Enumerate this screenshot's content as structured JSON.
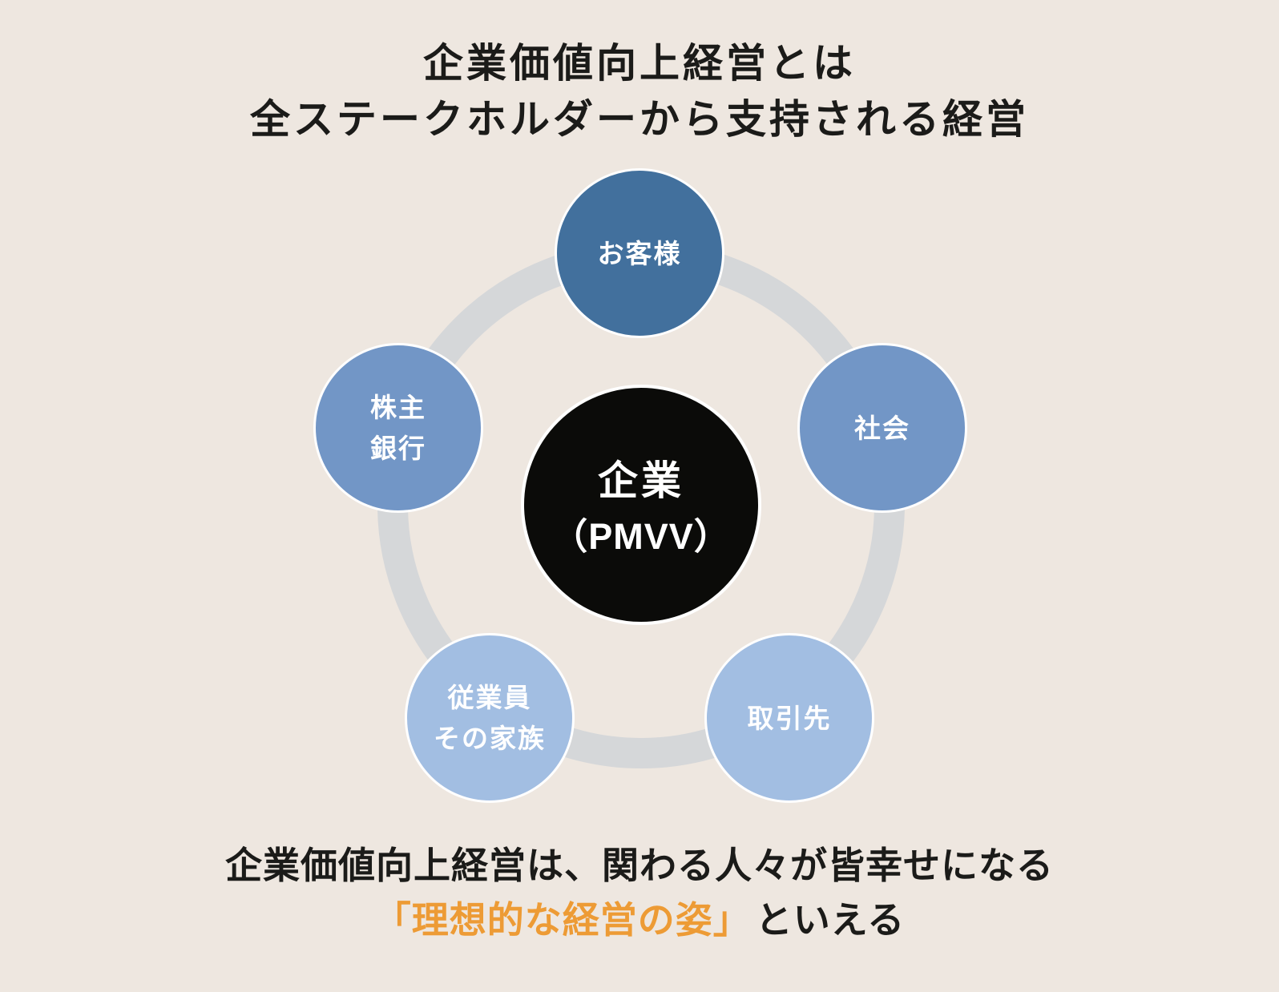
{
  "slide": {
    "title": {
      "line1": "企業価値向上経営とは",
      "line2": "全ステークホルダーから支持される経営"
    },
    "center_circle": {
      "line1": "企業",
      "line2": "（PMVV）"
    },
    "stakeholders": {
      "customers": {
        "label": "お客様"
      },
      "shareholders": {
        "line1": "株主",
        "line2": "銀行"
      },
      "society": {
        "label": "社会"
      },
      "employees": {
        "line1": "従業員",
        "line2": "その家族"
      },
      "partners": {
        "label": "取引先"
      }
    },
    "footer": {
      "line1": "企業価値向上経営は、関わる人々が皆幸せになる",
      "line2_highlight": "「理想的な経営の姿」",
      "line2_rest": "といえる"
    },
    "colors": {
      "background": "#EEE7E0",
      "ring_gray": "#D5D7D9",
      "center_black": "#0B0B09",
      "customers_blue": "#42709D",
      "mid_blue": "#7296C6",
      "light_blue": "#A2BEE2",
      "highlight_orange": "#ED9B35",
      "text_black": "#1B1B19",
      "circle_text_white": "#FFFFFF"
    }
  }
}
